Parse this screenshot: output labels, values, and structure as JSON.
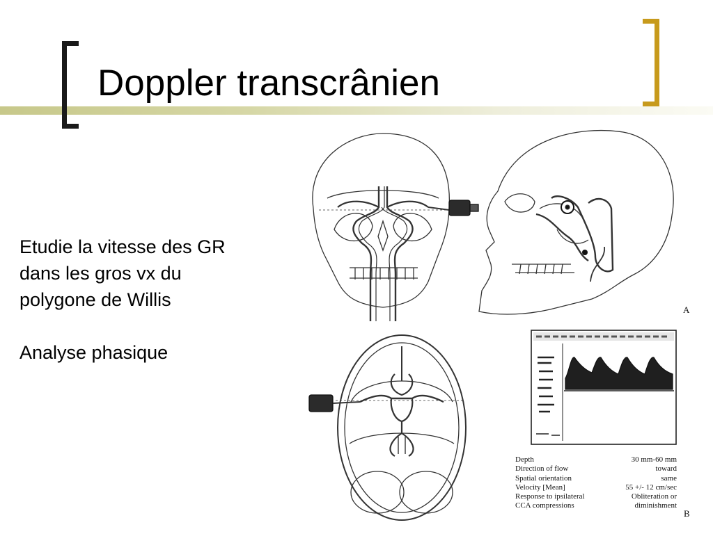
{
  "slide": {
    "title": "Doppler transcrânien",
    "body_lines": [
      "Etudie la vitesse des GR",
      "dans les gros vx du",
      "polygone de Willis"
    ],
    "body_extra": "Analyse phasique"
  },
  "figure": {
    "label_a": "A",
    "label_b": "B",
    "parameters": [
      {
        "name": "Depth",
        "value": "30 mm-60 mm"
      },
      {
        "name": "Direction of flow",
        "value": "toward"
      },
      {
        "name": "Spatial orientation",
        "value": "same"
      },
      {
        "name": "Velocity [Mean]",
        "value": "55 +/- 12 cm/sec"
      },
      {
        "name": "Response to ipsilateral",
        "value": "Obliteration or"
      },
      {
        "name": "CCA compressions",
        "value": "diminishment"
      }
    ]
  },
  "colors": {
    "left_bracket": "#1a1a1a",
    "right_bracket": "#c79a1c",
    "title_band": "#c7c88a"
  }
}
